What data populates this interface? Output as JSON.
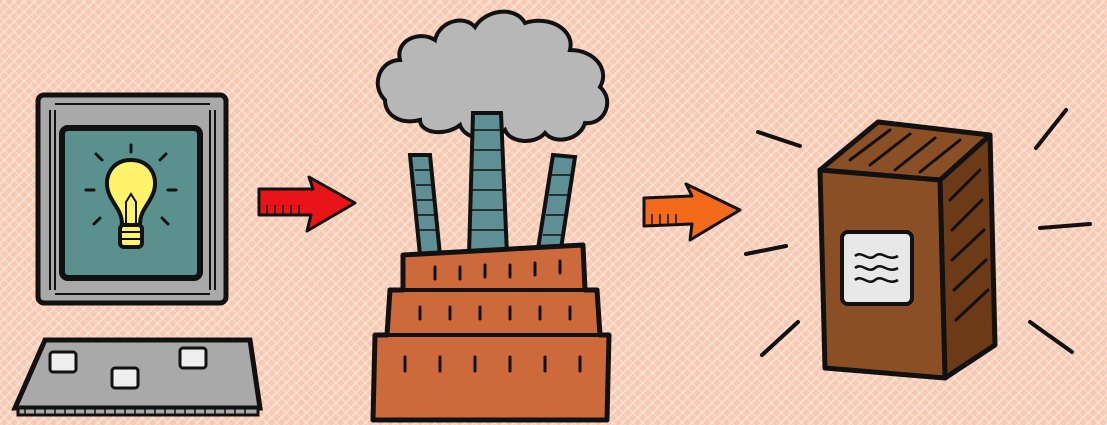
{
  "scene": {
    "background": "#f7c9b2",
    "steps": [
      {
        "id": "idea",
        "icon": "computer-lightbulb-icon"
      },
      {
        "id": "arrow-1",
        "icon": "arrow-right-icon",
        "color": "#e8141a"
      },
      {
        "id": "manufacture",
        "icon": "factory-icon"
      },
      {
        "id": "arrow-2",
        "icon": "arrow-right-icon",
        "color": "#f36a1b"
      },
      {
        "id": "product",
        "icon": "product-box-icon"
      }
    ]
  },
  "colors": {
    "outline": "#111111",
    "monitor": "#a9a9a9",
    "screen": "#5a918f",
    "bulb": "#fff36b",
    "smoke": "#b7b7b7",
    "chimney": "#5e8f95",
    "factory": "#cc6a3c",
    "box_front": "#8a4f24",
    "box_side": "#6c3a17",
    "label": "#e8e8e8"
  }
}
